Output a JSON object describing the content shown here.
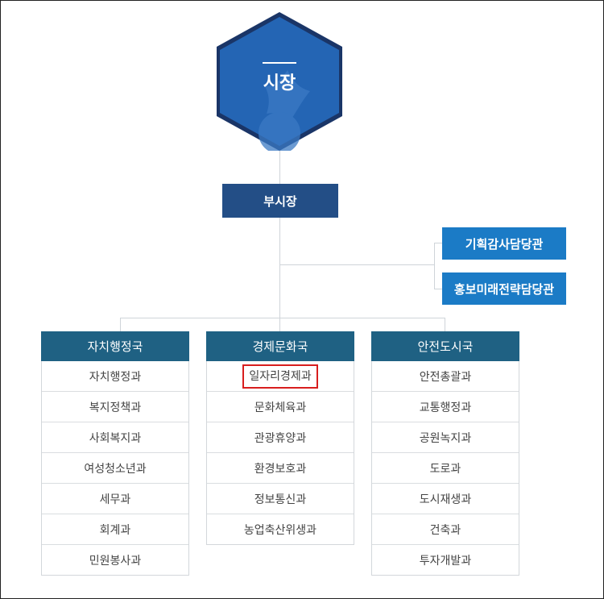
{
  "mayor": {
    "label": "시장"
  },
  "deputy": {
    "label": "부시장"
  },
  "aux_offices": [
    {
      "label": "기획감사담당관"
    },
    {
      "label": "홍보미래전략담당관"
    }
  ],
  "bureaus": [
    {
      "title": "자치행정국",
      "departments": [
        "자치행정과",
        "복지정책과",
        "사회복지과",
        "여성청소년과",
        "세무과",
        "회계과",
        "민원봉사과"
      ]
    },
    {
      "title": "경제문화국",
      "departments": [
        "일자리경제과",
        "문화체육과",
        "관광휴양과",
        "환경보호과",
        "정보통신과",
        "농업축산위생과"
      ]
    },
    {
      "title": "안전도시국",
      "departments": [
        "안전총괄과",
        "교통행정과",
        "공원녹지과",
        "도로과",
        "도시재생과",
        "건축과",
        "투자개발과"
      ]
    }
  ],
  "highlighted_department": "일자리경제과",
  "colors": {
    "mayor_hex": "#2465b4",
    "deputy": "#234e86",
    "aux_office": "#1b7bc6",
    "bureau_header": "#1f6183",
    "highlight_border": "#d81e1e"
  }
}
